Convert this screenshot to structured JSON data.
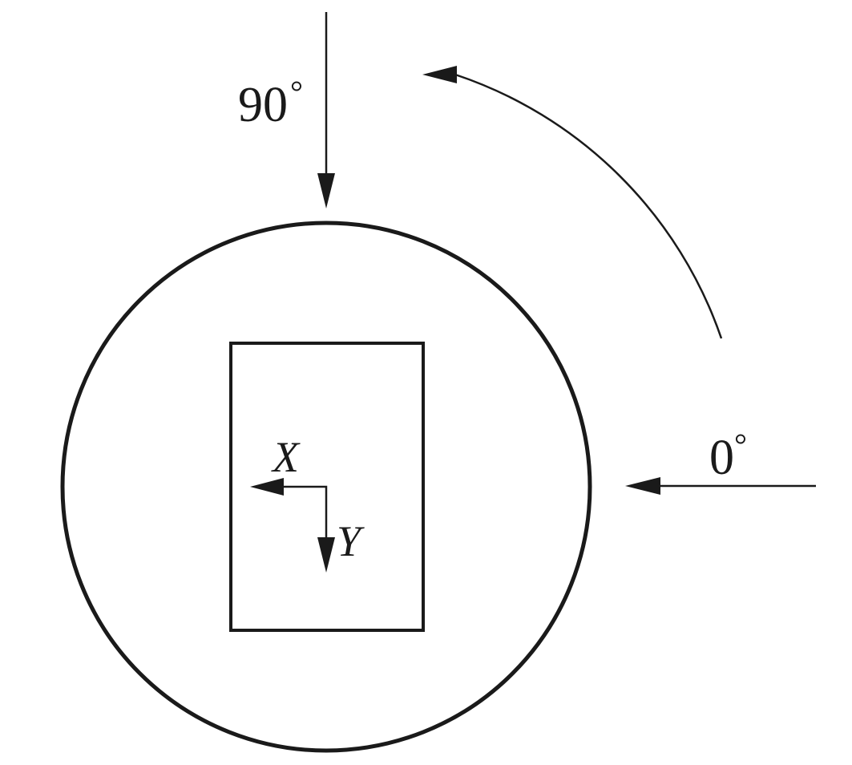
{
  "labels": {
    "angle_90": "90",
    "angle_0": "0",
    "degree_symbol": "°",
    "axis_x": "X",
    "axis_y": "Y"
  },
  "colors": {
    "stroke": "#1a1a1a",
    "background": "#ffffff"
  }
}
